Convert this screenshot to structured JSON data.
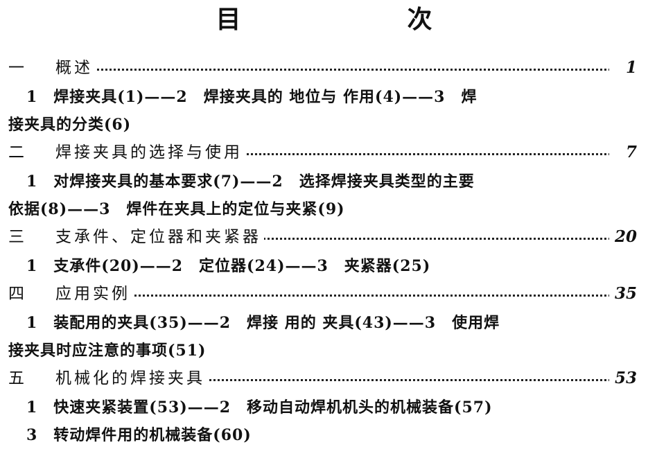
{
  "title": "目　　次",
  "chapters": [
    {
      "num": "一",
      "name": "概述",
      "page": "1",
      "lines": [
        "1　焊接夹具(1)——2　焊接夹具的 地位与 作用(4)——3　焊",
        "接夹具的分类(6)"
      ]
    },
    {
      "num": "二",
      "name": "焊接夹具的选择与使用",
      "page": "7",
      "lines": [
        "1　对焊接夹具的基本要求(7)——2　选择焊接夹具类型的主要",
        "依据(8)——3　焊件在夹具上的定位与夹紧(9)"
      ]
    },
    {
      "num": "三",
      "name": "支承件、定位器和夹紧器",
      "page": "20",
      "lines": [
        "1　支承件(20)——2　定位器(24)——3　夹紧器(25)"
      ]
    },
    {
      "num": "四",
      "name": "应用实例",
      "page": "35",
      "lines": [
        "1　装配用的夹具(35)——2　焊接 用的 夹具(43)——3　使用焊",
        "接夹具时应注意的事项(51)"
      ]
    },
    {
      "num": "五",
      "name": "机械化的焊接夹具",
      "page": "53",
      "lines": [
        "1　快速夹紧装置(53)——2　移动自动焊机机头的机械装备(57)",
        "3　转动焊件用的机械装备(60)"
      ]
    }
  ]
}
